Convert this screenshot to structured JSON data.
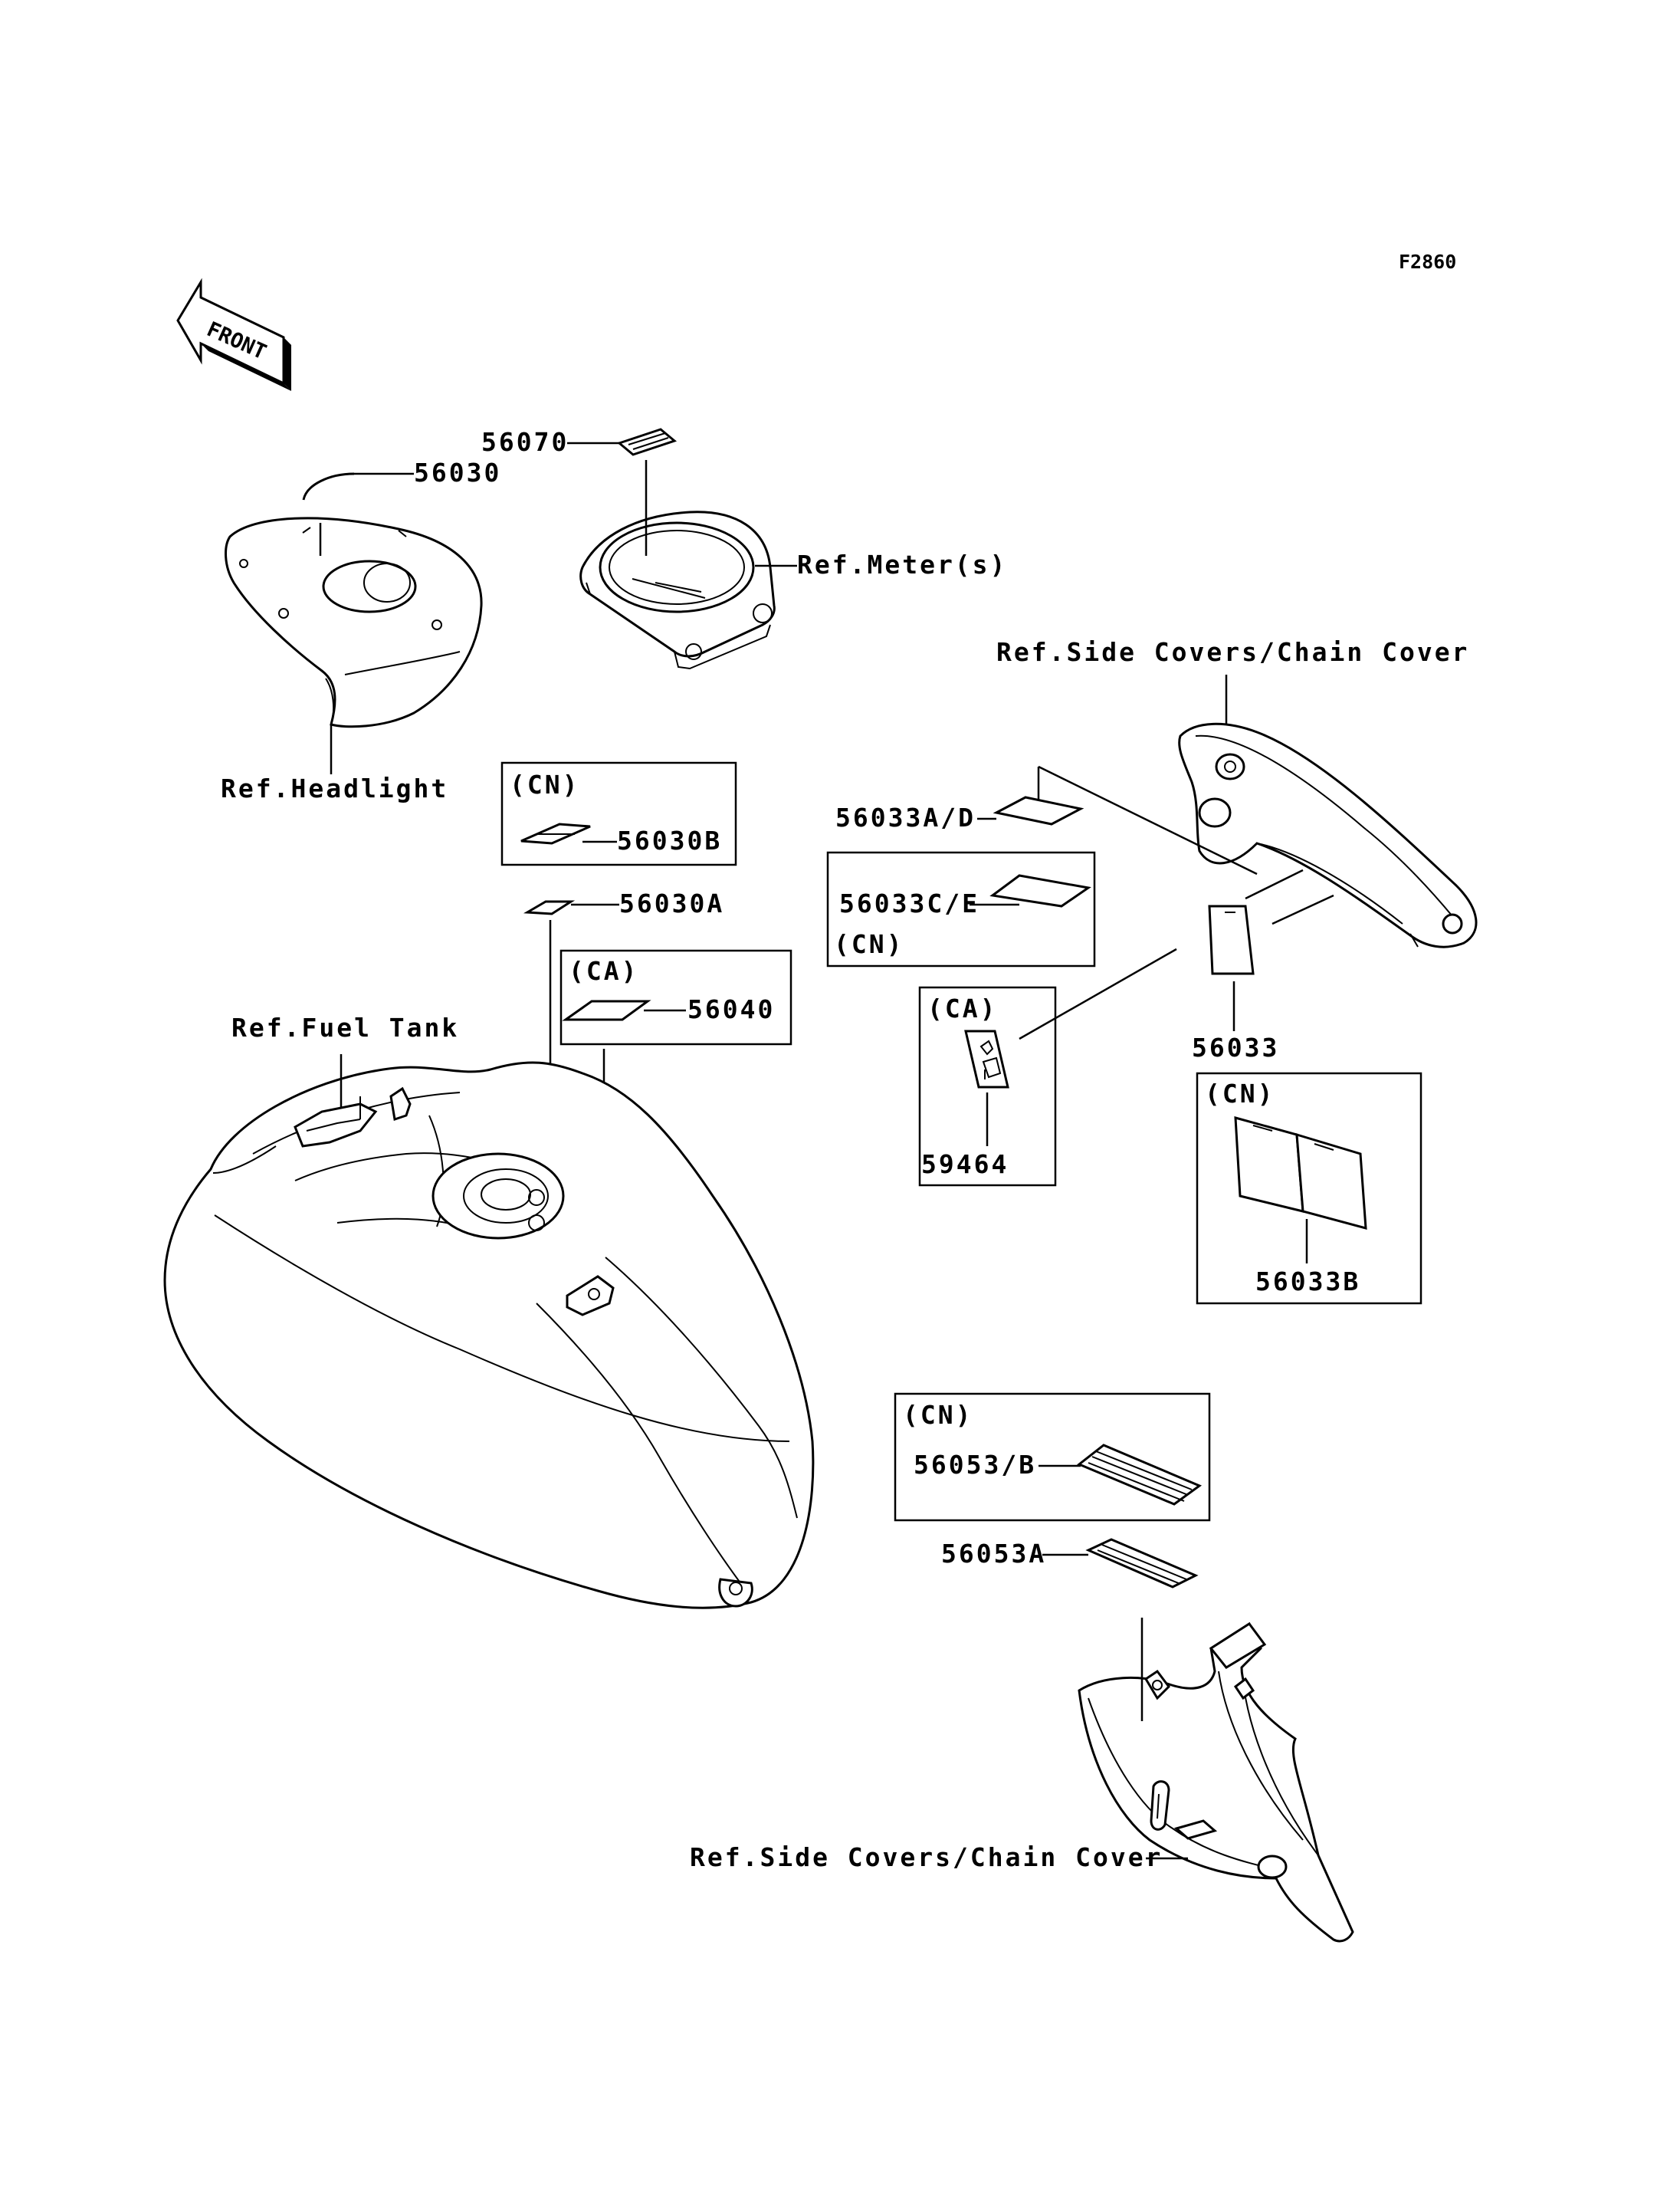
{
  "diagram_code": "F2860",
  "front_label": "FRONT",
  "labels": {
    "p56070": "56070",
    "p56030": "56030",
    "ref_meters": "Ref.Meter(s)",
    "ref_headlight": "Ref.Headlight",
    "ref_side_covers_top": "Ref.Side Covers/Chain Cover",
    "p56030b": "56030B",
    "p56030a": "56030A",
    "p56040": "56040",
    "ref_fuel_tank": "Ref.Fuel Tank",
    "p56033ad": "56033A/D",
    "p56033ce": "56033C/E",
    "p59464": "59464",
    "p56033": "56033",
    "p56033b": "56033B",
    "p56053b": "56053/B",
    "p56053a": "56053A",
    "ref_side_covers_bottom": "Ref.Side Covers/Chain Cover"
  },
  "region_tags": {
    "box_56030b": "(CN)",
    "box_56040": "(CA)",
    "box_56033ce": "(CN)",
    "box_59464": "(CA)",
    "box_56033b": "(CN)",
    "box_56053b": "(CN)"
  }
}
